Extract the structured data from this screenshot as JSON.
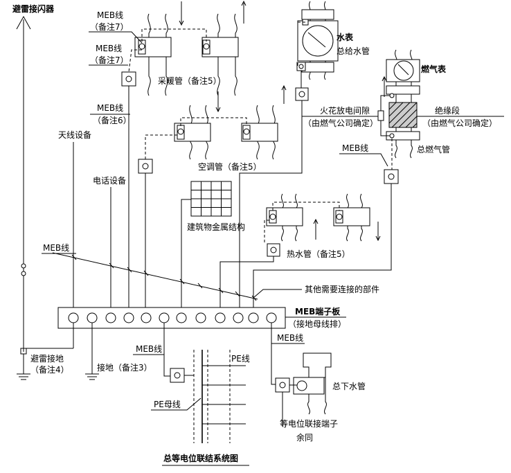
{
  "title": "总等电位联结系统图",
  "labels": {
    "lightning_arrester": "避雷接闪器",
    "meb_note7_a": "MEB线",
    "meb_note7_a_sub": "（备注7）",
    "meb_note7_b": "MEB线",
    "meb_note7_b_sub": "（备注7）",
    "heating_pipe": "采暖管（备注5）",
    "meb_note6": "MEB线",
    "meb_note6_sub": "（备注6）",
    "antenna": "天线设备",
    "ac_pipe": "空调管（备注5）",
    "phone": "电话设备",
    "building_metal": "建筑物金属结构",
    "water_meter": "水表",
    "main_water_pipe": "总给水管",
    "gas_meter": "燃气表",
    "spark_gap": "火花放电间隙",
    "spark_gap_sub": "（由燃气公司确定）",
    "insulating_section": "绝缘段",
    "insulating_section_sub": "（由燃气公司确定）",
    "meb_gas": "MEB线",
    "main_gas_pipe": "总燃气管",
    "hot_water_pipe": "热水管（备注5）",
    "meb_line_main": "MEB线",
    "other_parts": "其他需要连接的部件",
    "meb_terminal": "MEB端子板",
    "meb_terminal_sub": "（接地母线排）",
    "meb_right": "MEB线",
    "lightning_ground": "避雷接地",
    "lightning_ground_sub": "（备注4）",
    "ground_note3": "接地（备注3）",
    "meb_bottom": "MEB线",
    "pe_line": "PE线",
    "pe_bus": "PE母线",
    "main_drain_pipe": "总下水管",
    "equipotential_terminal": "等电位联接端子",
    "same_as": "余同"
  }
}
